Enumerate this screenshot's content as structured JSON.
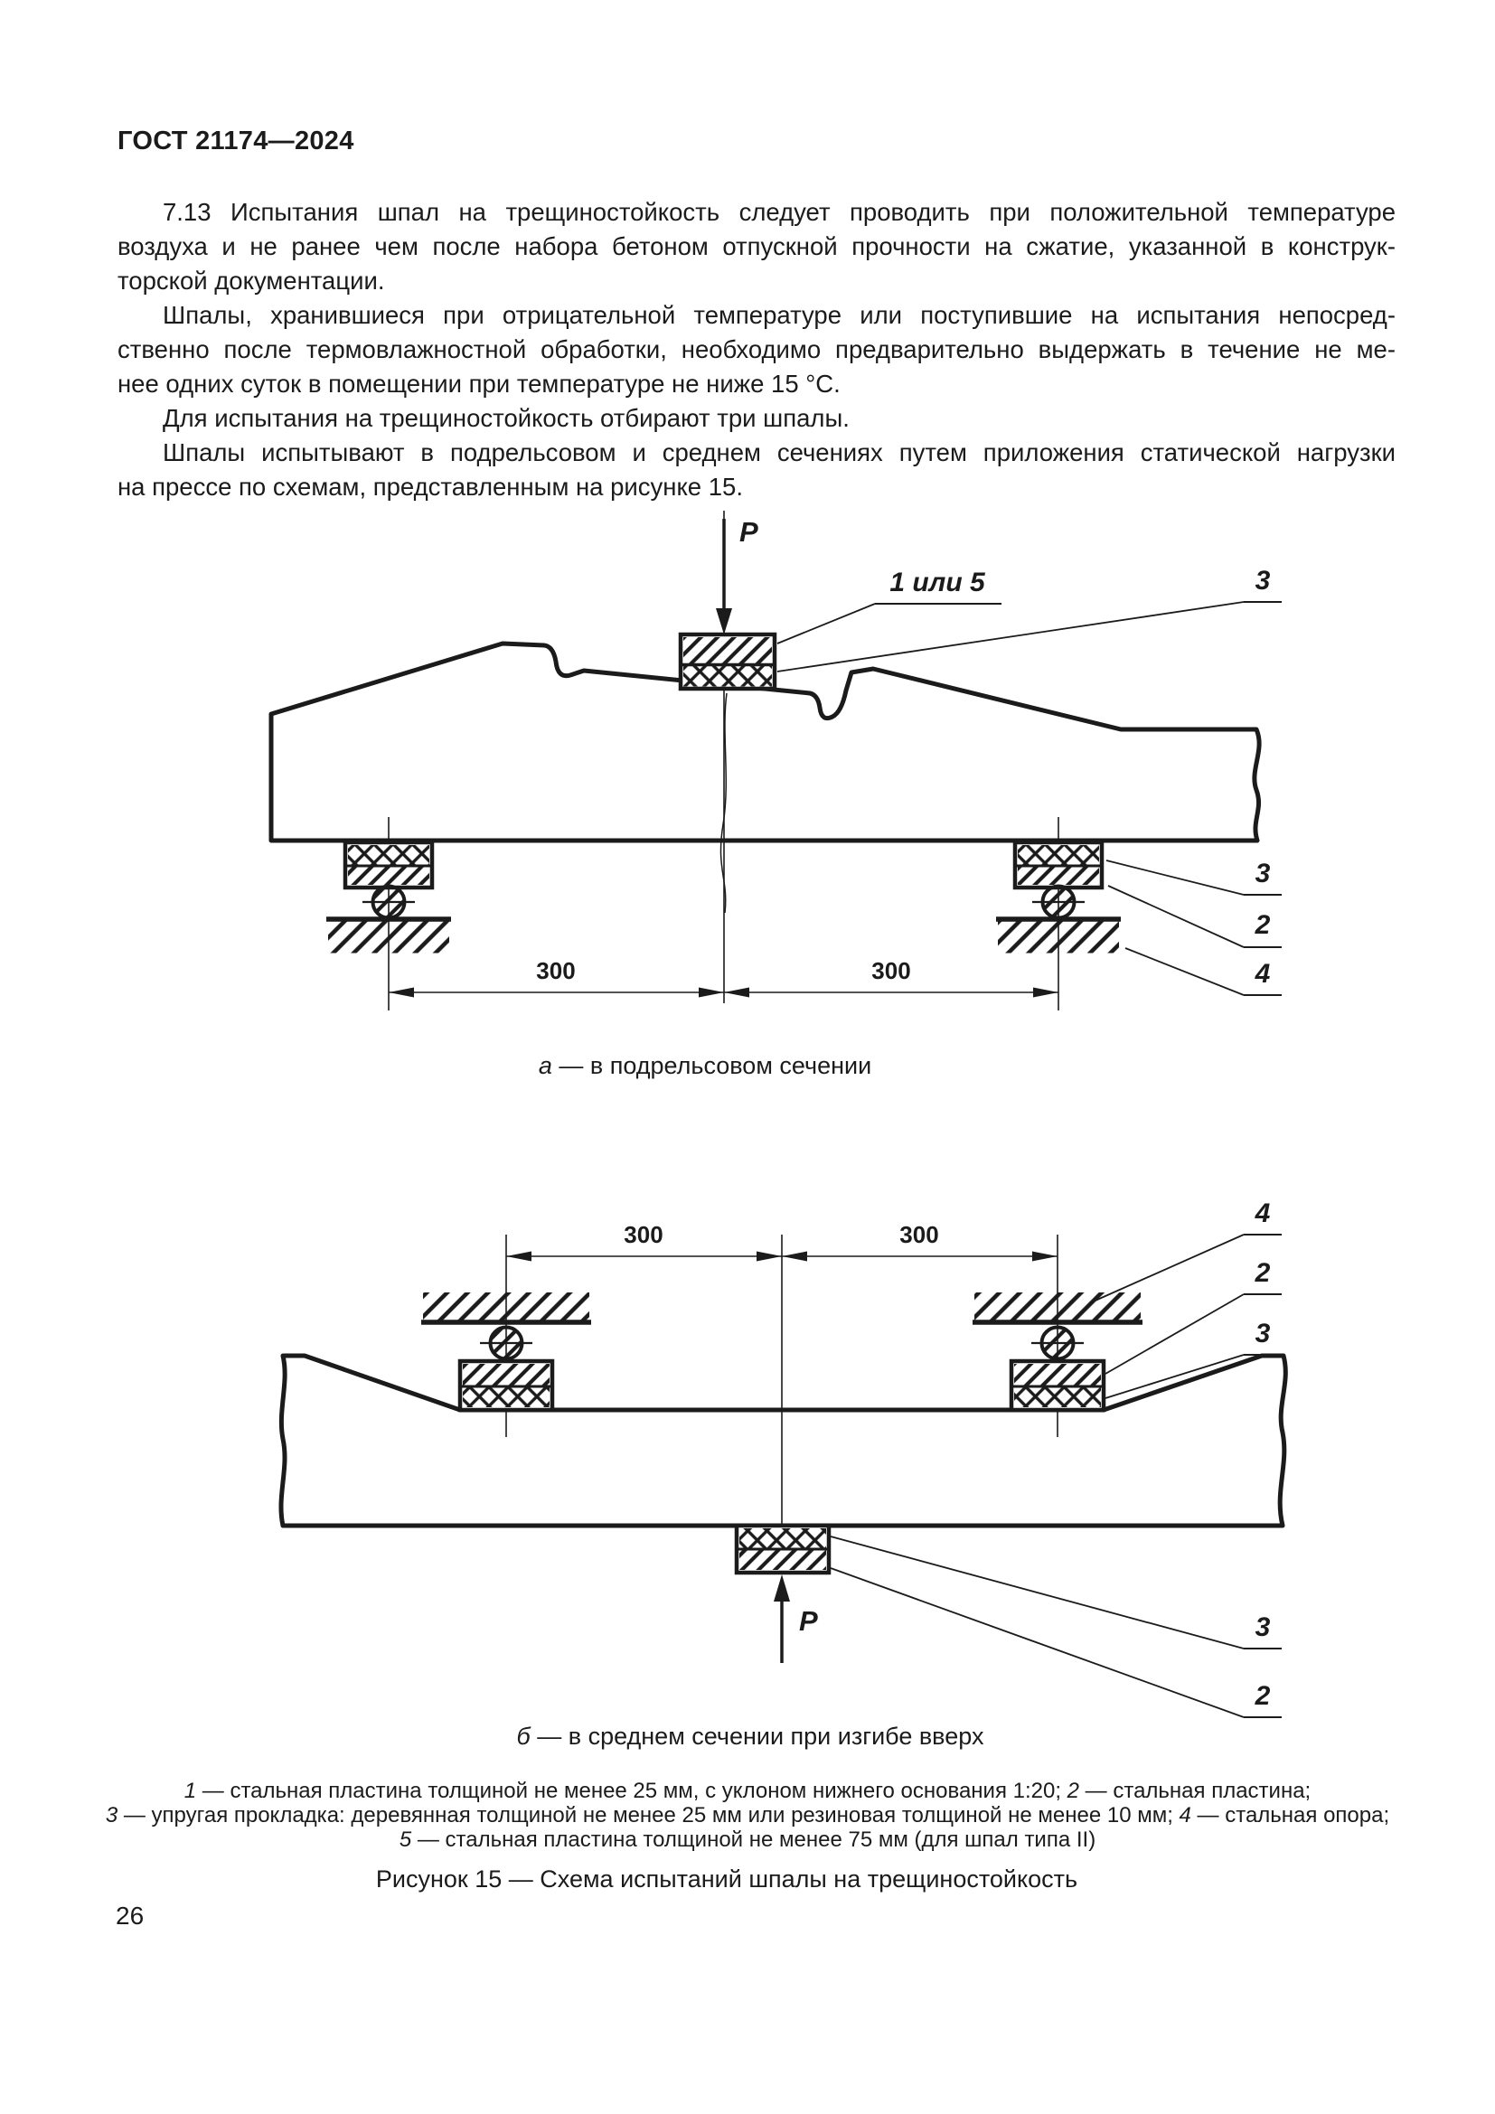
{
  "header": {
    "doc_code": "ГОСТ 21174—2024"
  },
  "page_number": "26",
  "paragraphs": [
    {
      "lines": [
        "7.13 Испытания шпал на трещиностойкость следует проводить при положительной температуре",
        "воздуха и не ранее чем после набора бетоном отпускной прочности на сжатие, указанной в конструк-",
        "торской документации."
      ]
    },
    {
      "lines": [
        "Шпалы, хранившиеся при отрицательной температуре или поступившие на испытания непосред-",
        "ственно после термовлажностной обработки, необходимо предварительно выдержать в течение не ме-",
        "нее одних суток в помещении при температуре не ниже 15 °С."
      ]
    },
    {
      "lines": [
        "Для испытания на трещиностойкость отбирают три шпалы."
      ]
    },
    {
      "lines": [
        "Шпалы испытывают в подрельсовом и среднем сечениях путем приложения статической нагрузки",
        "на прессе по схемам, представленным на рисунке 15."
      ]
    }
  ],
  "figure_a": {
    "force_label": "P",
    "callout_plate": "1 или 5",
    "callout_pad_top": "3",
    "callout_pad": "3",
    "callout_plate2": "2",
    "callout_support": "4",
    "dim_left": "300",
    "dim_right": "300",
    "caption_letter": "а",
    "caption_text": " — в подрельсовом сечении"
  },
  "figure_b": {
    "force_label": "P",
    "callout_support": "4",
    "callout_plate": "2",
    "callout_pad": "3",
    "callout_pad_bottom": "3",
    "callout_plate_bottom": "2",
    "dim_left": "300",
    "dim_right": "300",
    "caption_letter": "б",
    "caption_text": " — в среднем сечении при изгибе вверх"
  },
  "legend": [
    [
      {
        "n": "1",
        "t": "— стальная пластина толщиной не менее 25 мм, с уклоном нижнего основания 1:20;"
      },
      {
        "n": "2",
        "t": "— стальная пластина;"
      }
    ],
    [
      {
        "n": "3",
        "t": "— упругая прокладка: деревянная толщиной не менее 25 мм или резиновая толщиной не менее 10 мм;"
      },
      {
        "n": "4",
        "t": "— стальная опора;"
      }
    ],
    [
      {
        "n": "5",
        "t": "— стальная пластина толщиной не менее 75 мм (для шпал типа II)"
      }
    ]
  ],
  "figure_title": "Рисунок 15 — Схема испытаний шпалы на трещиностойкость",
  "colors": {
    "ink": "#1b1b1b",
    "paper": "#ffffff"
  }
}
